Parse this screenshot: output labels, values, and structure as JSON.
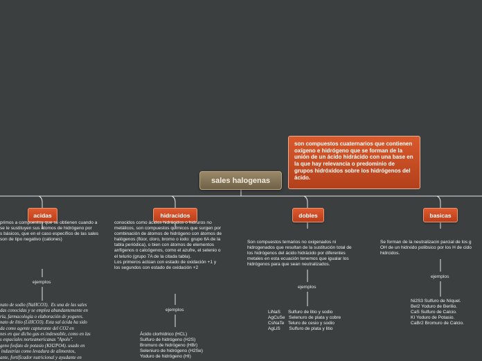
{
  "root": {
    "label": "sales halogenas"
  },
  "callout": {
    "text": "son compuestos cuaternarios que contienen oxígeno e hidrógeno que se forman de la unión de un ácido hidrácido con una base en la que hay relevancia o predominio de grupos hidróxidos sobre los hidrógenos del ácido."
  },
  "branches": {
    "acidas": {
      "label": "acidas",
      "description": "primos a compuestos que se obtienen cuando a\nse le sustituyen sus átomos de hidrógeno por\ns básicos, que en el caso específico de las sales\nson de tipo negativo (cationes)",
      "ejemplos_label": "ejemplos",
      "examples": "nato de sodio (NaHCO3).  Es una de las sales\ndas conocidas y se emplea abundantemente en\nría, farmacología o elaboración de yogures.\nnato de litio (LiHCO3). Esta sal ácida ha sido\nda como agente capturante del CO2 en\nnes en que dicho gas es indeseable, como en las\ns espaciales norteamericanas \"Apolo\".\ngeno fosfato de potasio (KH2PO4). usado en\n industrias como levadura de alimentos,\nante, fortificador nutricional y ayudante en"
    },
    "hidracidos": {
      "label": "hidracidos",
      "description": "conocidos como ácidos hidrácidos o hidruros no\nmetálicos, son compuestos químicos que surgen por\ncombinación de átomos de hidrógeno con átomos de\nhalógenos (flúor, cloro, bromo o iodo: grupo 6A de la\ntabla periódica), o bien con átomos de elementos\nanfígenos o calcógenos, como el azufre, el selenio o\nel telurio (grupo 7A de la citada tabla).\nLos primeros actúan con estado de oxidación +1 y\nlos segundos con estado de oxidación +2",
      "ejemplos_label": "ejemplos",
      "examples": "Ácido clorhídrico (HCL)\nSulfuro de hidrógeno (H2S)\nBromuro de hidrógeno (HBr)\nSeleniuro de hidrógeno (H2Se)\nYoduro de hidrógeno (HI)"
    },
    "dobles": {
      "label": "dobles",
      "description": "Son compuestos ternarios no oxigenados ni\nhidrogenados que resultan de la sustitución total de\nlos hidrógenos del ácido hidrácido por diferentes\nmetales en esta ecuación tenemos que igualar los\nhidrógenos para que sean neutralizados.",
      "ejemplos_label": "ejemplos",
      "examples": "LiNaS      Sulfuro de litio y sodio\nAgCuSe   Selenuro de plata y cobre\nCsNaTe   Teluro de cesio y sodio\nAgLiS       Sulfuro de plata y litio"
    },
    "basicas": {
      "label": "basicas",
      "description": "Se forman de la neutralizacin parcial de los g\nOH de un hidrxido polibsico por los H de cido\nhidrcidos.",
      "ejemplos_label": "ejemplos",
      "examples": "Ni2S3 Sulfuro de Níquel.\nBeI2 Yoduro de Berilio.\nCaS Sulfuro de Calcio.\nKI Yoduro de Potasio.\nCaBr2 Bromuro de Calcio."
    }
  }
}
